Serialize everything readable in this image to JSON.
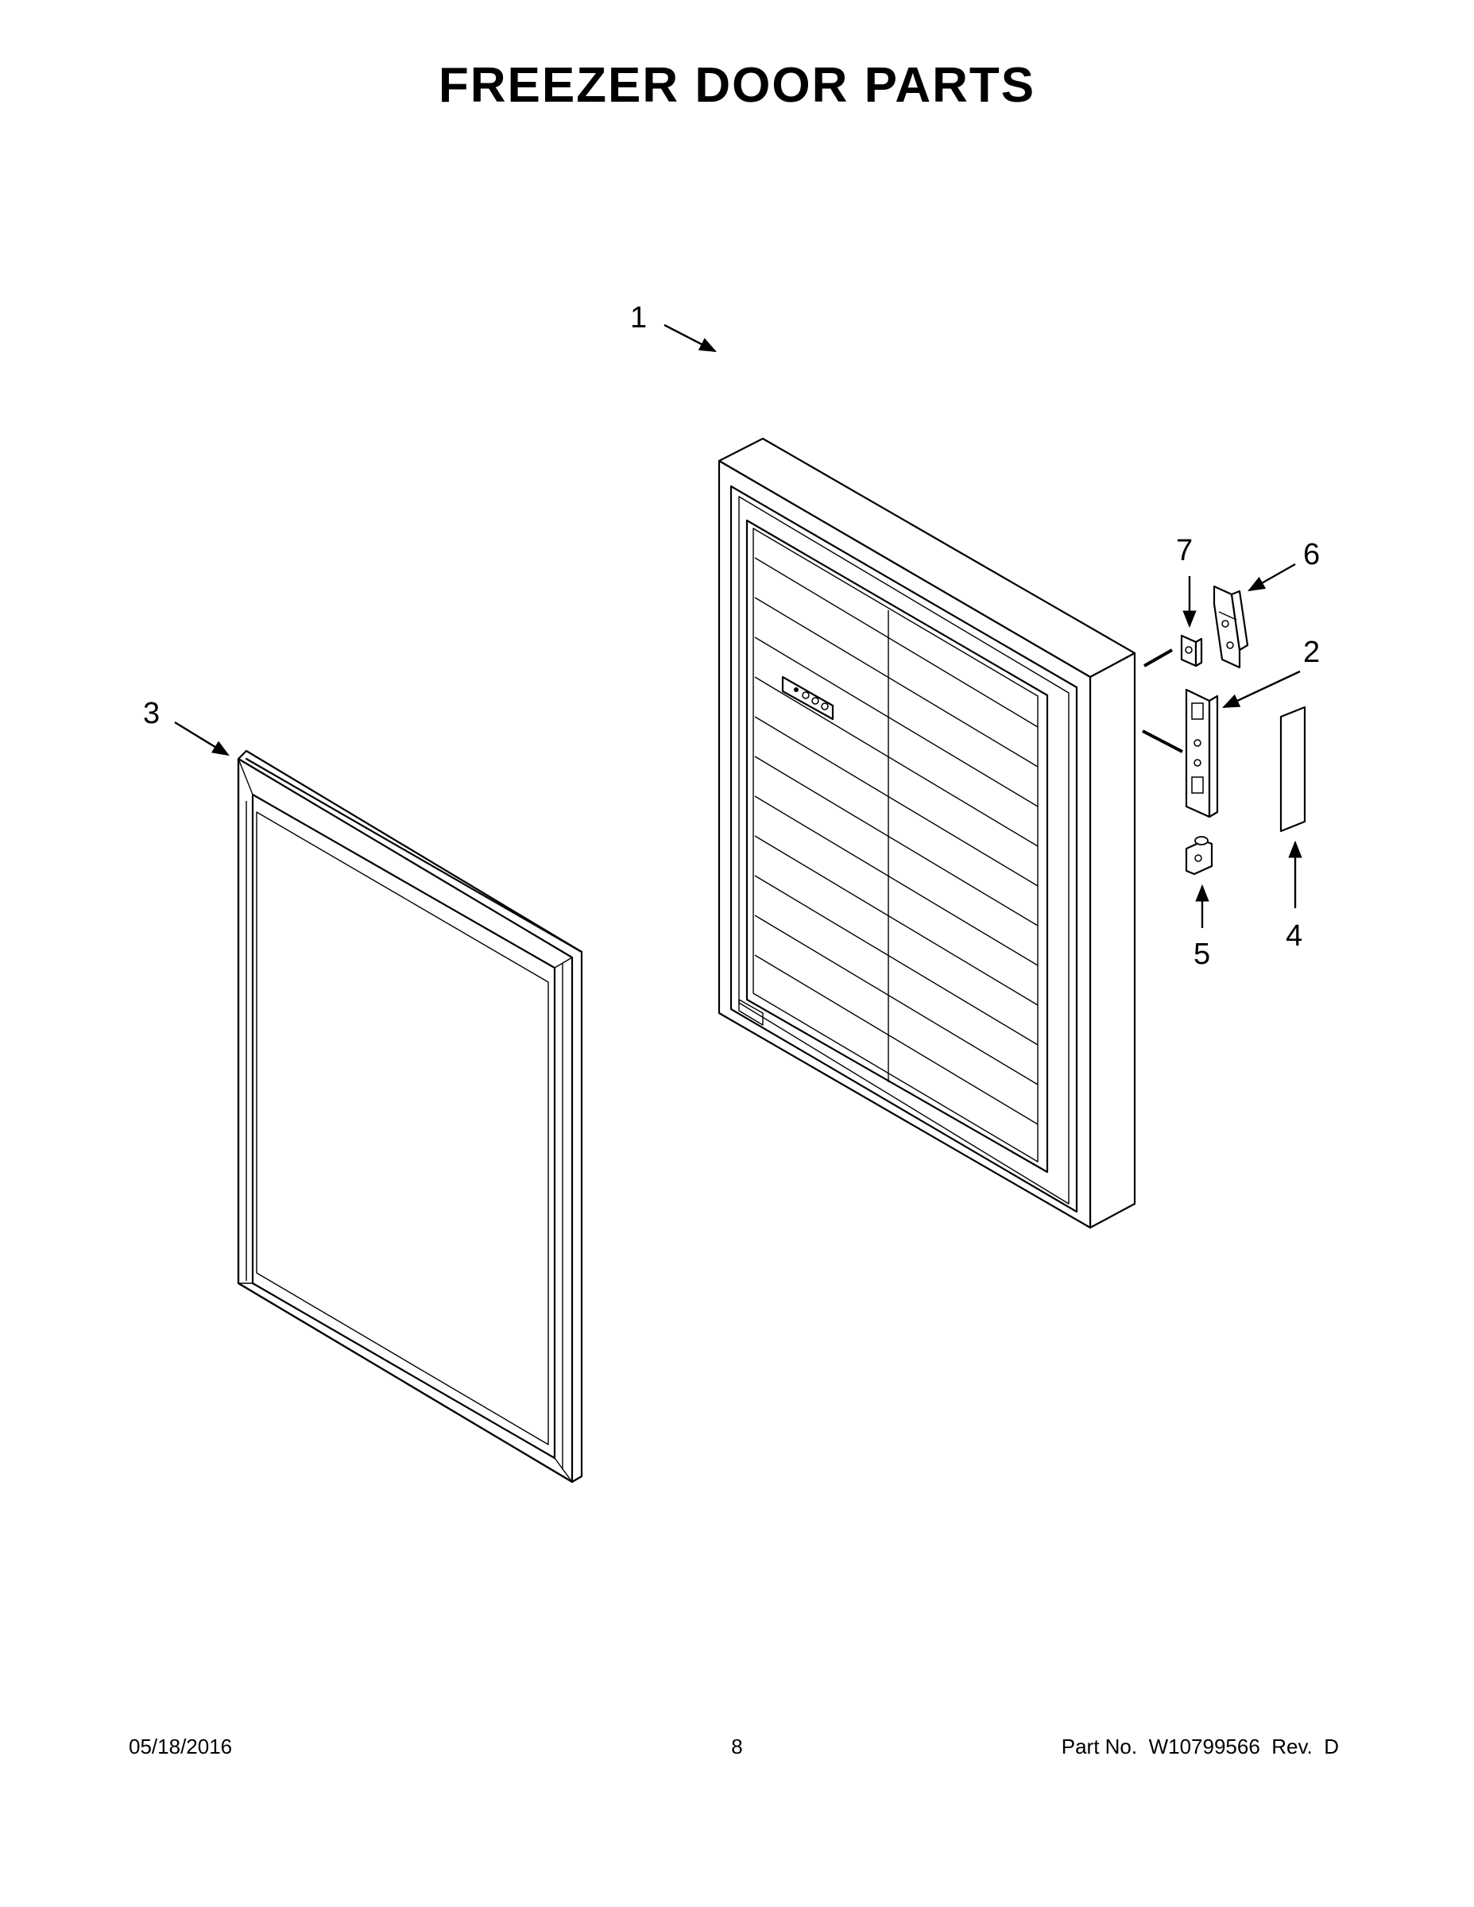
{
  "title": "FREEZER DOOR PARTS",
  "callouts": [
    "1",
    "2",
    "3",
    "4",
    "5",
    "6",
    "7"
  ],
  "footer": {
    "date": "05/18/2016",
    "page": "8",
    "part_no": "Part No.  W10799566  Rev.  D"
  }
}
